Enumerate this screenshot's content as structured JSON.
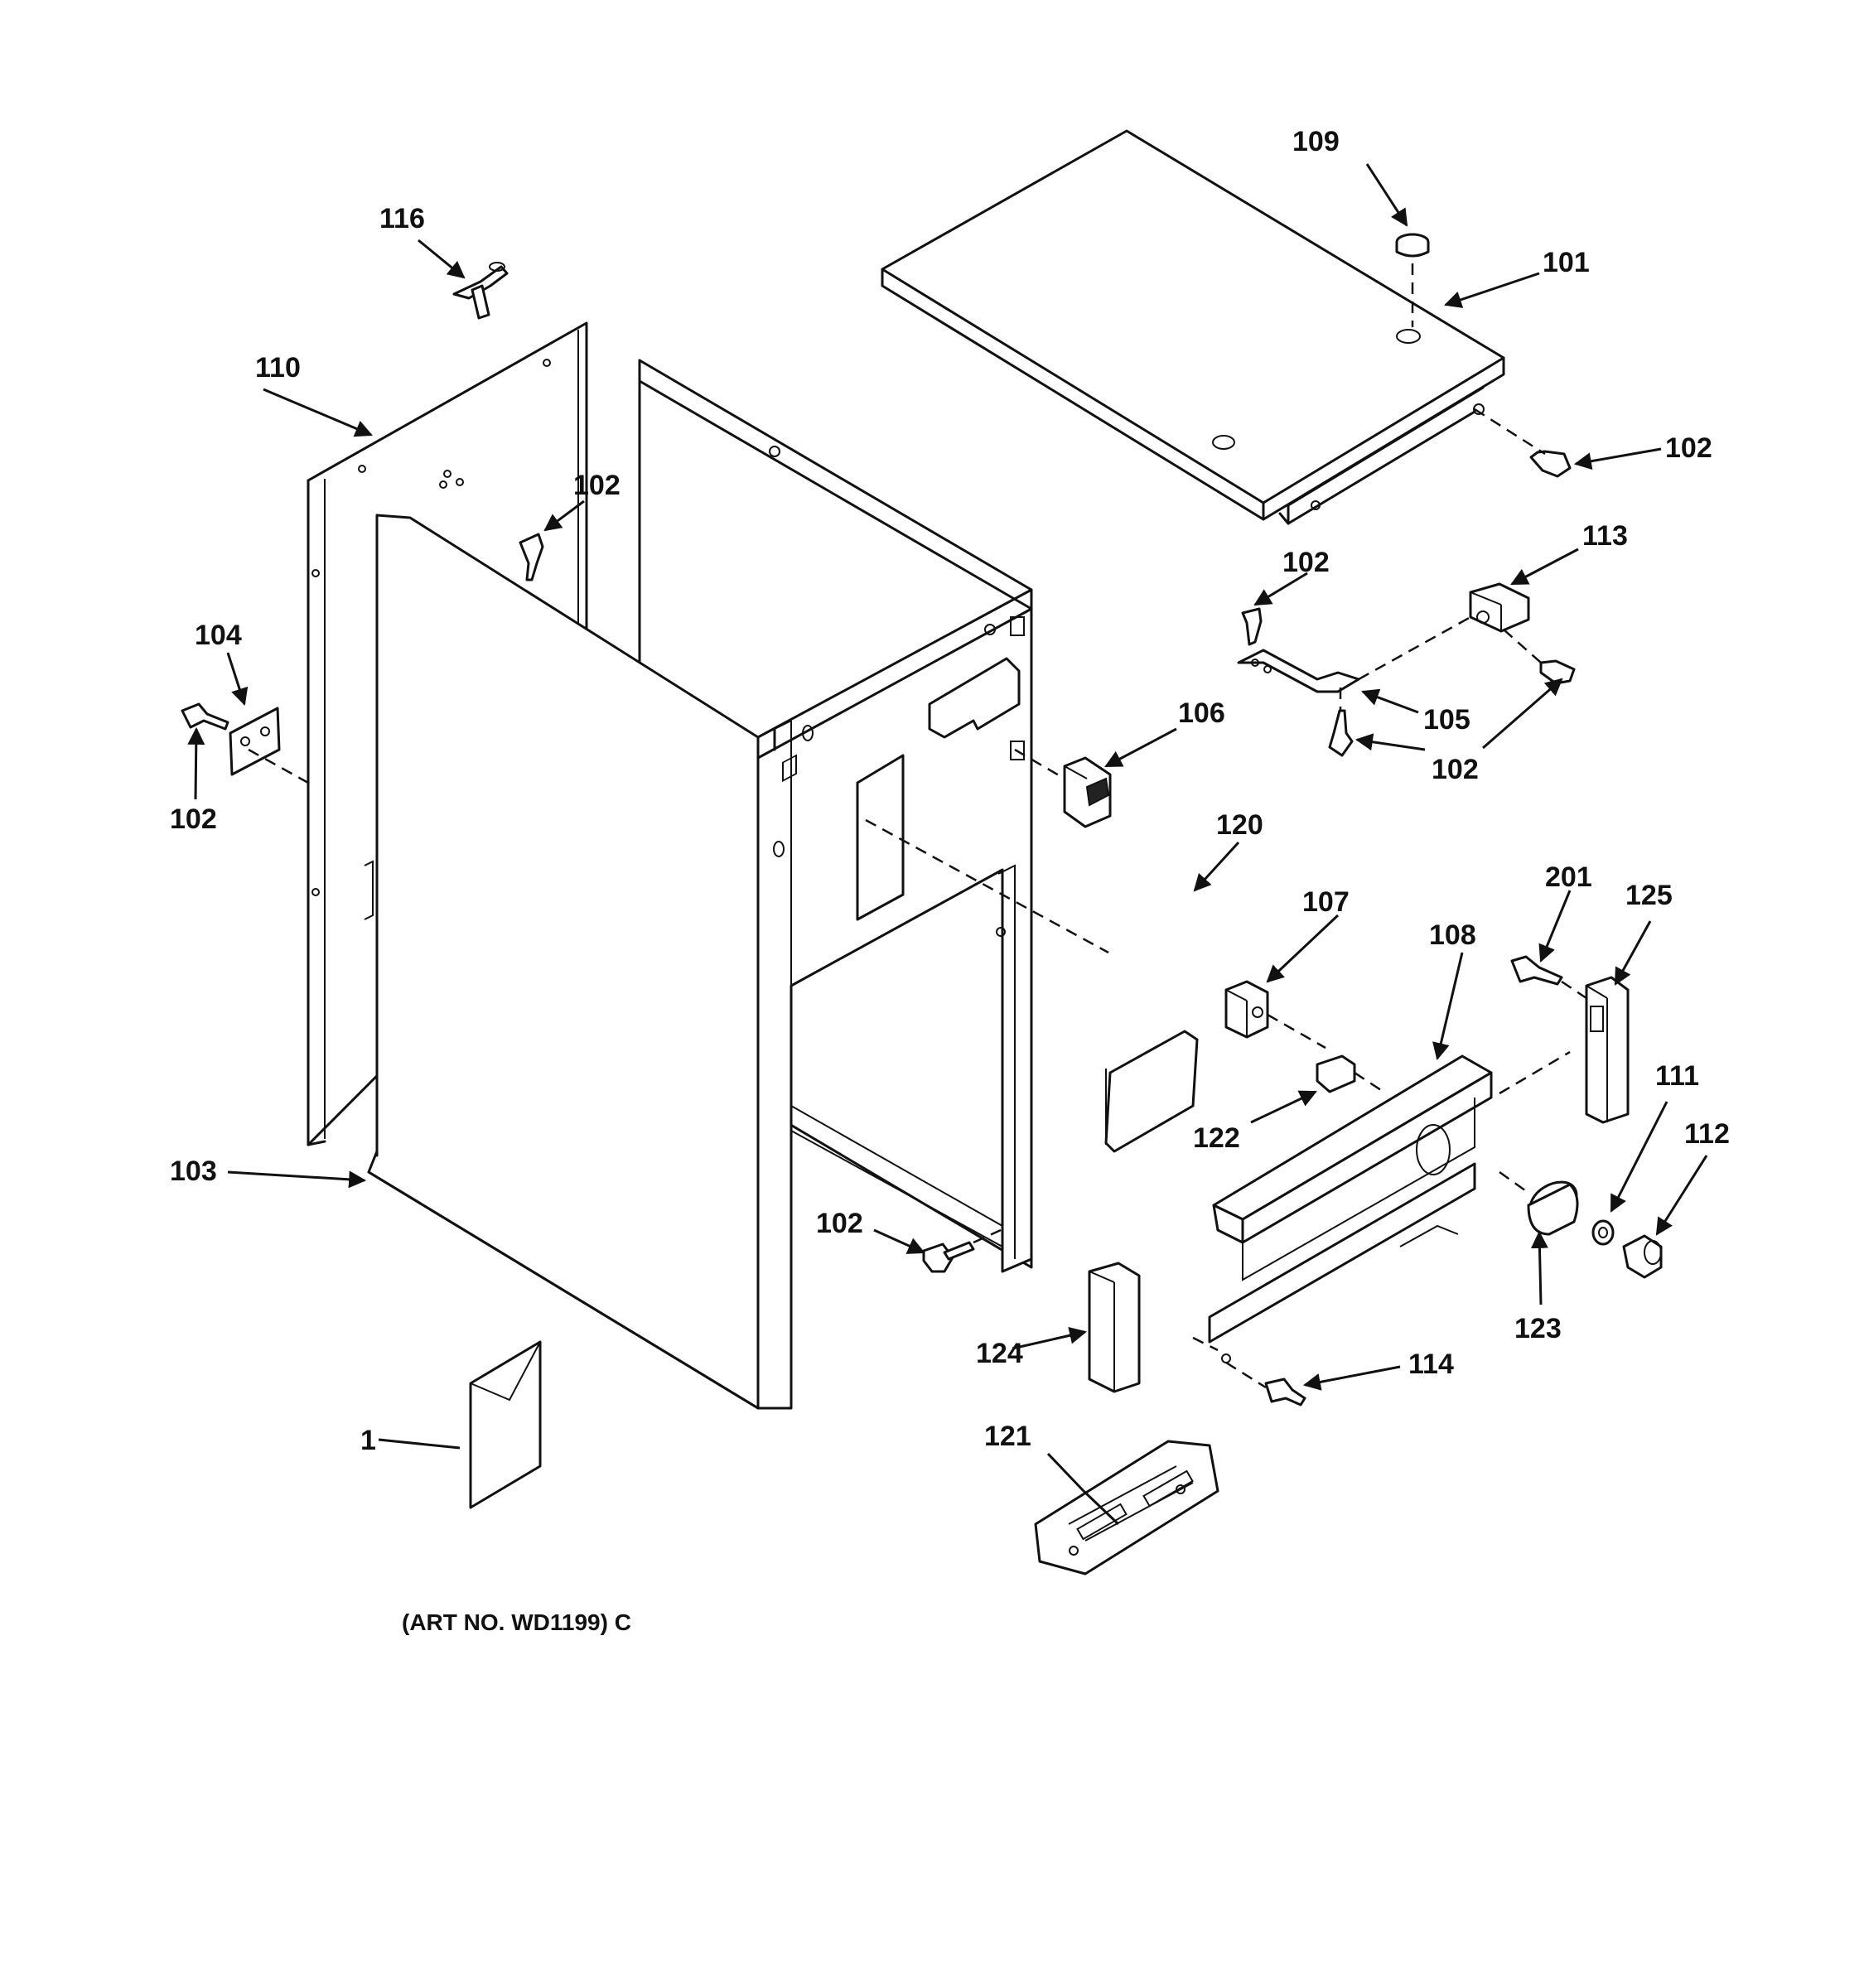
{
  "caption": "(ART NO. WD1199) C",
  "callouts": {
    "c109": "109",
    "c101": "101",
    "c116": "116",
    "c102a": "102",
    "c110": "110",
    "c102b": "102",
    "c113": "113",
    "c102c": "102",
    "c104": "104",
    "c106": "106",
    "c105": "105",
    "c102d": "102",
    "c102e": "102",
    "c120": "120",
    "c107": "107",
    "c201": "201",
    "c125": "125",
    "c108": "108",
    "c111": "111",
    "c112": "112",
    "c122": "122",
    "c103": "103",
    "c102f": "102",
    "c123": "123",
    "c124": "124",
    "c114": "114",
    "c121": "121",
    "c1": "1"
  }
}
